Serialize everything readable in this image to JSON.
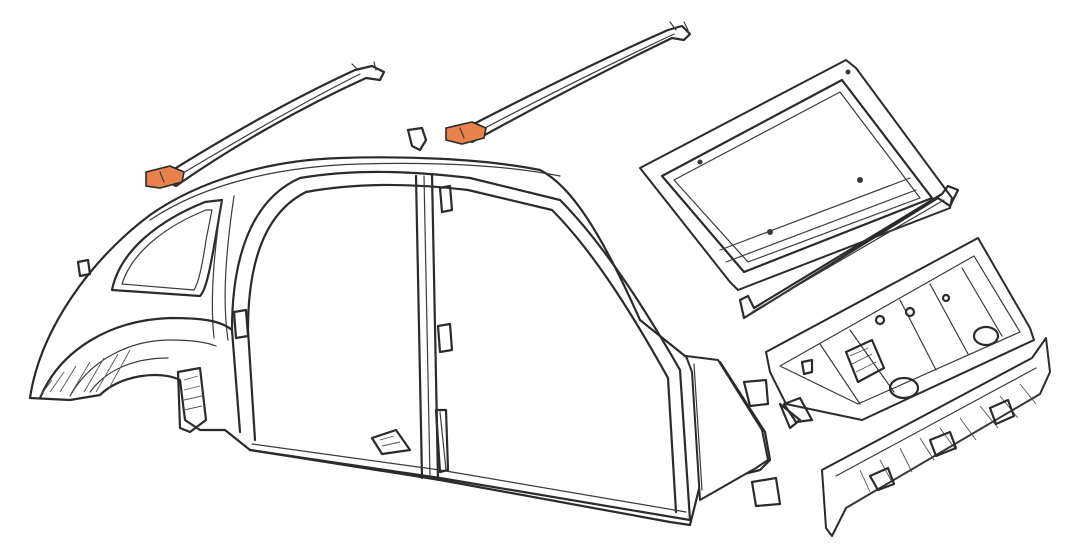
{
  "diagram": {
    "highlight_color": "#e8824a",
    "ink_color": "#2b2b2b",
    "parts": [
      {
        "id": "roof-rail-rear",
        "highlighted": false
      },
      {
        "id": "roof-rail-front",
        "highlighted": false
      },
      {
        "id": "roof-rail-rear-bracket",
        "highlighted": true
      },
      {
        "id": "roof-rail-front-bracket",
        "highlighted": true
      },
      {
        "id": "body-side-shell",
        "highlighted": false
      },
      {
        "id": "windscreen-frame-panel",
        "highlighted": false
      },
      {
        "id": "dashboard-crossmember",
        "highlighted": false
      },
      {
        "id": "bulkhead-panel",
        "highlighted": false
      },
      {
        "id": "front-lower-panel",
        "highlighted": false
      },
      {
        "id": "a-pillar-side-panel",
        "highlighted": false
      }
    ]
  }
}
